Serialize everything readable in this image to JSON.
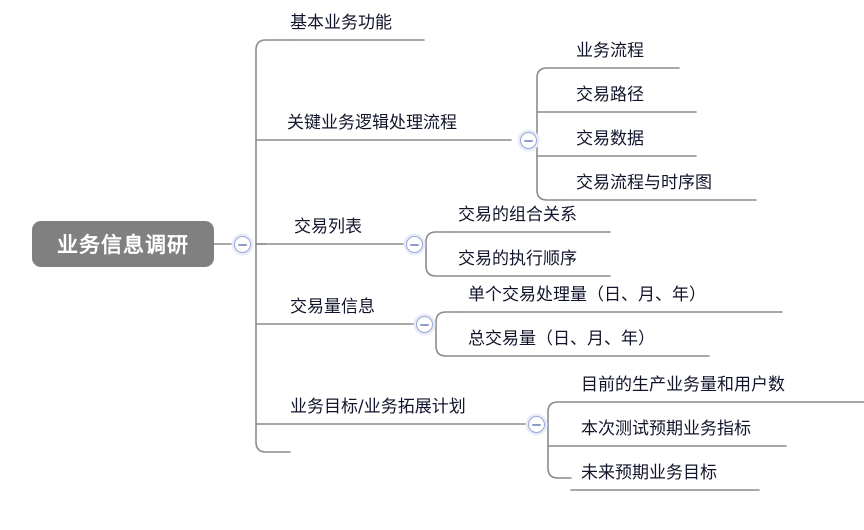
{
  "diagram": {
    "title": "业务信息调研",
    "type": "mind-map",
    "colors": {
      "root_background": "#808080",
      "root_text": "#ffffff",
      "branch_line": "#8c8c8c",
      "node_text": "#12142b",
      "toggle_ring": "#9aa7d6",
      "toggle_halo": "#e8ecf8",
      "canvas_background": "#ffffff"
    },
    "root": {
      "label": "业务信息调研",
      "toggle": "collapse-toggle-minus"
    },
    "branches": [
      {
        "label": "基本业务功能",
        "toggle": null,
        "children": []
      },
      {
        "label": "关键业务逻辑处理流程",
        "toggle": "collapse-toggle-minus",
        "children": [
          {
            "label": "业务流程"
          },
          {
            "label": "交易路径"
          },
          {
            "label": "交易数据"
          },
          {
            "label": "交易流程与时序图"
          }
        ]
      },
      {
        "label": "交易列表",
        "toggle": "collapse-toggle-minus",
        "children": [
          {
            "label": "交易的组合关系"
          },
          {
            "label": "交易的执行顺序"
          }
        ]
      },
      {
        "label": "交易量信息",
        "toggle": "collapse-toggle-minus",
        "children": [
          {
            "label": "单个交易处理量（日、月、年）"
          },
          {
            "label": "总交易量（日、月、年）"
          }
        ]
      },
      {
        "label": "业务目标/业务拓展计划",
        "toggle": "collapse-toggle-minus",
        "children": [
          {
            "label": "目前的生产业务量和用户数"
          },
          {
            "label": "本次测试预期业务指标"
          },
          {
            "label": "未来预期业务目标"
          }
        ]
      }
    ]
  }
}
